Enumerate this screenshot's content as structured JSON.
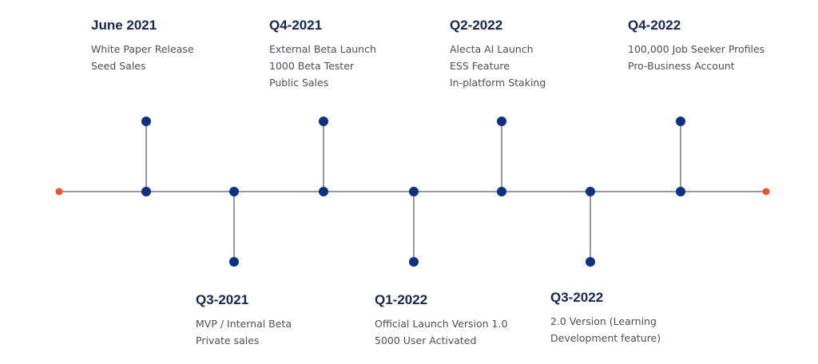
{
  "colors": {
    "line": "#333333",
    "node": "#0b3185",
    "endpoint": "#f0532b",
    "title": "#16274f",
    "body": "#4a4e57"
  },
  "milestones": [
    {
      "title": "June 2021",
      "side": "top",
      "items": [
        "White Paper Release",
        "Seed Sales"
      ]
    },
    {
      "title": "Q3-2021",
      "side": "bottom",
      "items": [
        "MVP / Internal Beta",
        "Private sales"
      ]
    },
    {
      "title": "Q4-2021",
      "side": "top",
      "items": [
        "External Beta Launch",
        "1000 Beta Tester",
        "Public Sales"
      ]
    },
    {
      "title": "Q1-2022",
      "side": "bottom",
      "items": [
        "Official Launch Version 1.0",
        "5000 User Activated"
      ]
    },
    {
      "title": "Q2-2022",
      "side": "top",
      "items": [
        "Alecta AI Launch",
        "ESS Feature",
        "In-platform Staking"
      ]
    },
    {
      "title": "Q3-2022",
      "side": "bottom",
      "items": [
        "2.0 Version (Learning",
        "Development feature)"
      ]
    },
    {
      "title": "Q4-2022",
      "side": "top",
      "items": [
        "100,000 Job Seeker Profiles",
        "Pro-Business Account"
      ]
    }
  ]
}
